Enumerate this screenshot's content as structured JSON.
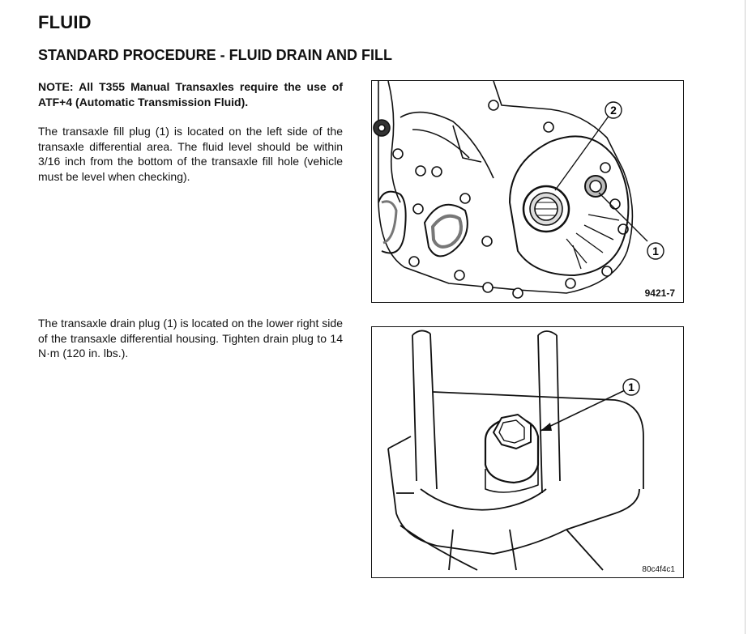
{
  "page": {
    "title": "FLUID",
    "section_title": "STANDARD PROCEDURE - FLUID DRAIN AND FILL",
    "note": "NOTE: All T355 Manual Transaxles require the use of ATF+4 (Automatic Transmission Fluid).",
    "paragraph_fill": "The transaxle fill plug (1) is located on the left side of the transaxle differential area. The fluid level should be within 3/16 inch from the bottom of the transaxle fill hole (vehicle must be level when checking).",
    "paragraph_drain": "The transaxle drain plug (1) is located on the lower right side of the transaxle differential housing. Tighten drain plug to 14 N·m (120 in. lbs.)."
  },
  "figures": {
    "fill": {
      "id": "9421-7",
      "callouts": [
        "1",
        "2"
      ]
    },
    "drain": {
      "id": "80c4f4c1",
      "callouts": [
        "1"
      ]
    }
  }
}
